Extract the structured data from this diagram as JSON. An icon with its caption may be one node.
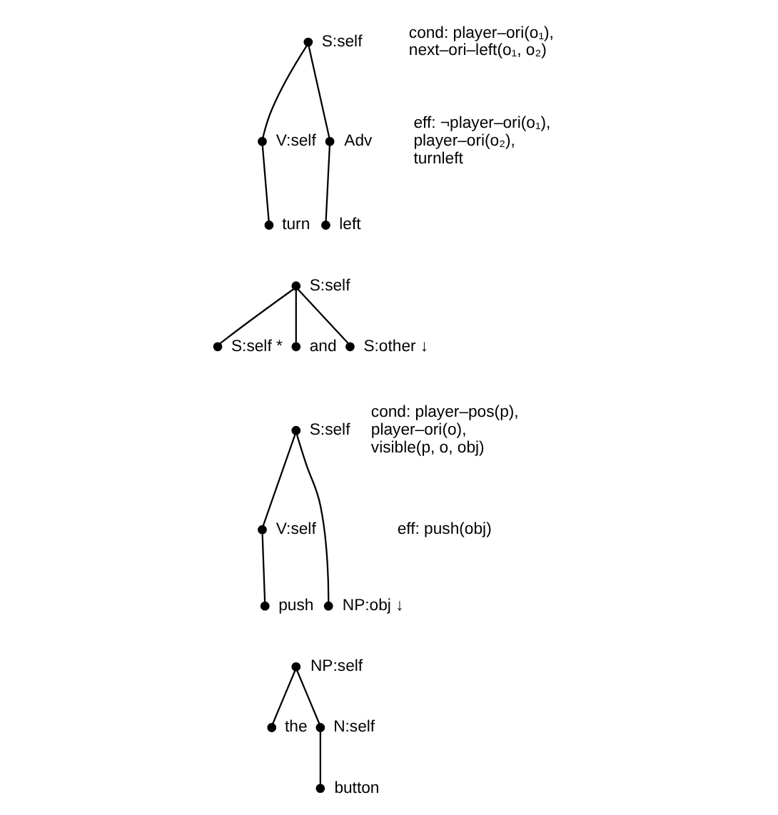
{
  "diagram": {
    "nodes": [
      {
        "text": [],
        "shape": "circle",
        "beside": [
          "S:self"
        ]
      },
      {
        "text": [],
        "shape": "circle",
        "beside": [
          "V:self"
        ]
      },
      {
        "text": [],
        "shape": "circle",
        "beside": [
          "Adv"
        ]
      },
      {
        "text": [],
        "shape": "circle",
        "beside": [
          "turn"
        ]
      },
      {
        "text": [],
        "shape": "circle",
        "beside": [
          "left"
        ]
      },
      {
        "text": [],
        "shape": "circle",
        "beside": [
          "S:self"
        ]
      },
      {
        "text": [],
        "shape": "circle",
        "beside": [
          "S:self *"
        ]
      },
      {
        "text": [],
        "shape": "circle",
        "beside": [
          "and"
        ]
      },
      {
        "text": [],
        "shape": "circle",
        "beside": [
          "S:other ↓"
        ]
      },
      {
        "text": [],
        "shape": "circle",
        "beside": [
          "S:self"
        ]
      },
      {
        "text": [],
        "shape": "circle",
        "beside": [
          "V:self"
        ]
      },
      {
        "text": [],
        "shape": "circle",
        "beside": [
          "NP:obj ↓"
        ]
      },
      {
        "text": [],
        "shape": "circle",
        "beside": [
          "push"
        ]
      },
      {
        "text": [],
        "shape": "circle",
        "beside": [
          "NP:self"
        ]
      },
      {
        "text": [],
        "shape": "circle",
        "beside": [
          "the"
        ]
      },
      {
        "text": [],
        "shape": "circle",
        "beside": [
          "N:self"
        ]
      },
      {
        "text": [],
        "shape": "circle",
        "beside": [
          "button"
        ]
      }
    ],
    "edges": [
      {
        "from": 0,
        "to": 1,
        "arrow": "none"
      },
      {
        "from": 0,
        "to": 2,
        "arrow": "none"
      },
      {
        "from": 1,
        "to": 3,
        "arrow": "none"
      },
      {
        "from": 2,
        "to": 4,
        "arrow": "none"
      },
      {
        "from": 5,
        "to": 6,
        "arrow": "none"
      },
      {
        "from": 5,
        "to": 7,
        "arrow": "none"
      },
      {
        "from": 5,
        "to": 8,
        "arrow": "none"
      },
      {
        "from": 9,
        "to": 10,
        "arrow": "none"
      },
      {
        "from": 9,
        "to": 11,
        "arrow": "none"
      },
      {
        "from": 10,
        "to": 12,
        "arrow": "none"
      },
      {
        "from": 13,
        "to": 14,
        "arrow": "none"
      },
      {
        "from": 13,
        "to": 15,
        "arrow": "none"
      },
      {
        "from": 15,
        "to": 16,
        "arrow": "none"
      }
    ],
    "labels": [
      "cond: player–ori(o₁), next–ori–left(o₁, o₂)",
      "eff: ¬player–ori(o₁), player–ori(o₂), turnleft",
      "cond: player–pos(p), player–ori(o), visible(p, o, obj)",
      "eff: push(obj)"
    ]
  }
}
